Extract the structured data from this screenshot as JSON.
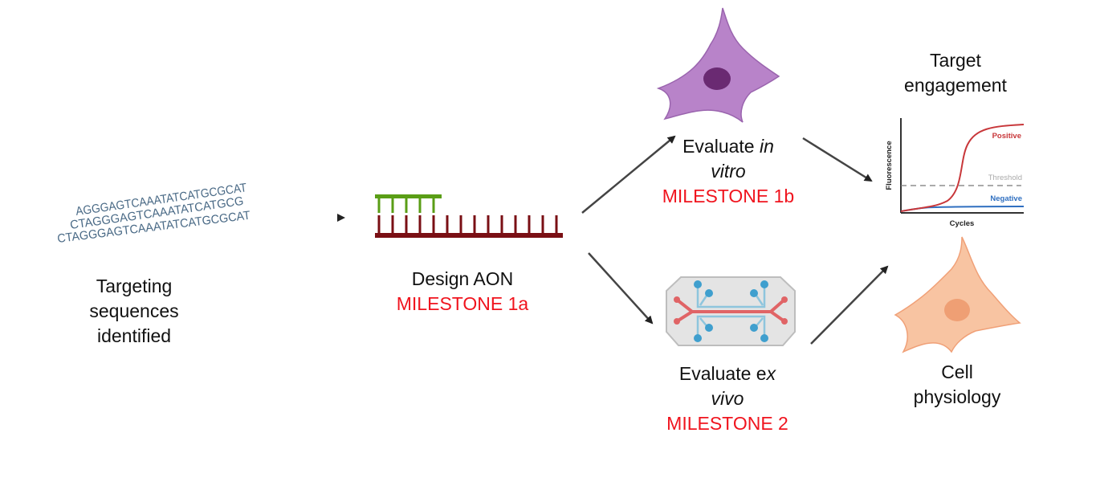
{
  "colors": {
    "milestone": "#f0141e",
    "aon_top": "#5a9e16",
    "aon_bottom": "#7a0f14",
    "cell_vitro": "#b883c9",
    "cell_physiology": "#f8c4a2",
    "positive": "#c8373a",
    "negative": "#2f6fc0"
  },
  "step1": {
    "dna_lines": [
      "AGGGAGTCAAATATCATGCGCAT",
      "CTAGGGAGTCAAATATCATGCG",
      "CTAGGGAGTCAAATATCATGCGCAT"
    ],
    "line1": "Targeting",
    "line2": "sequences",
    "line3": "identified"
  },
  "step2": {
    "title": "Design AON",
    "milestone": "MILESTONE 1a"
  },
  "step3a": {
    "prefix": "Evaluate ",
    "italic1": "in",
    "italic2": "vitro",
    "milestone": "MILESTONE 1b"
  },
  "step3b": {
    "prefix": "Evaluate e",
    "italic1": "x",
    "italic2": "vivo",
    "milestone": "MILESTONE 2"
  },
  "outcome1": {
    "line1": "Target",
    "line2": "engagement",
    "ylabel": "Fluorescence",
    "xlabel": "Cycles",
    "positive": "Positive",
    "negative": "Negative",
    "threshold": "Threshold"
  },
  "outcome2": {
    "line1": "Cell",
    "line2": "physiology"
  }
}
